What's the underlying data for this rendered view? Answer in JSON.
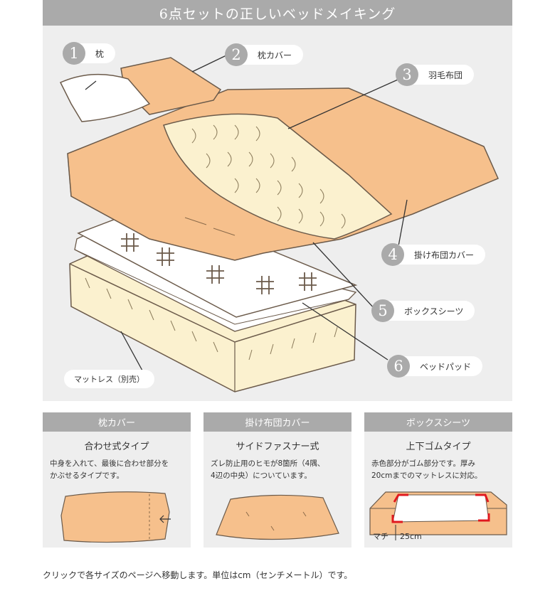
{
  "title": "6点セットの正しいベッドメイキング",
  "items": [
    {
      "num": "1",
      "label": "枕"
    },
    {
      "num": "2",
      "label": "枕カバー"
    },
    {
      "num": "3",
      "label": "羽毛布団"
    },
    {
      "num": "4",
      "label": "掛け布団カバー"
    },
    {
      "num": "5",
      "label": "ボックスシーツ"
    },
    {
      "num": "6",
      "label": "ベッドパッド"
    }
  ],
  "mattress_label": "マットレス（別売）",
  "cards": [
    {
      "header": "枕カバー",
      "subtitle": "合わせ式タイプ",
      "desc_lines": [
        "中身を入れて、最後に合わせ部分を",
        "かぶせるタイプです。"
      ]
    },
    {
      "header": "掛け布団カバー",
      "subtitle": "サイドファスナー式",
      "desc_lines": [
        "ズレ防止用のヒモが8箇所（4隅、",
        "4辺の中央）についています。"
      ]
    },
    {
      "header": "ボックスシーツ",
      "subtitle": "上下ゴムタイプ",
      "desc_lines": [
        "赤色部分がゴム部分です。厚み",
        "20cmまでのマットレスに対応。"
      ],
      "gusset_label": "マチ",
      "gusset_value": "25cm"
    }
  ],
  "footer": "クリックで各サイズのページへ移動します。単位はcm（センチメートル）です。",
  "colors": {
    "orange": "#f6c08c",
    "cream": "#fbf1cf",
    "gray": "#aaaaaa",
    "panel": "#eeeeee",
    "red": "#e0191f"
  }
}
